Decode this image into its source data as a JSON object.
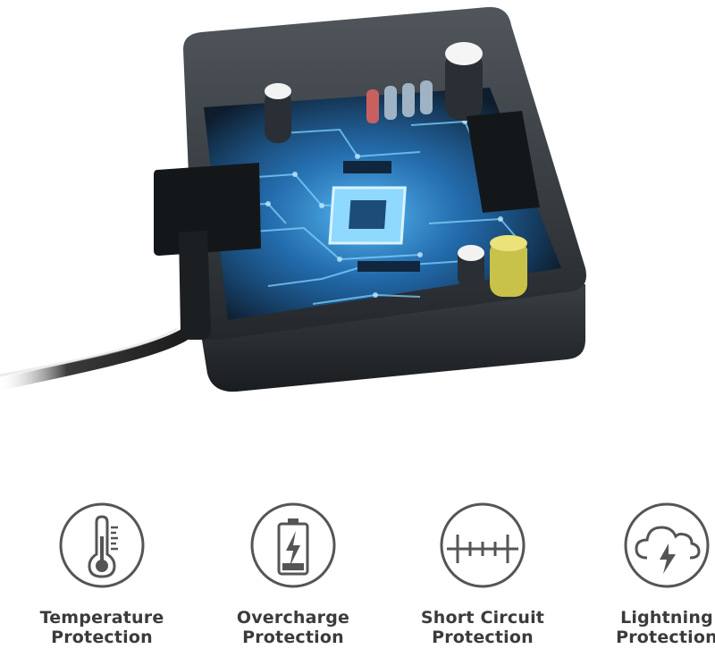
{
  "colors": {
    "icon_stroke": "#555555",
    "label_text": "#3b3b3b",
    "board_glow": "#2aa3ff",
    "case_dark": "#1e2226"
  },
  "features": [
    {
      "icon": "thermometer-icon",
      "line1": "Temperature",
      "line2": "Protection"
    },
    {
      "icon": "battery-bolt-icon",
      "line1": "Overcharge",
      "line2": "Protection"
    },
    {
      "icon": "circuit-icon",
      "line1": "Short Circuit",
      "line2": "Protection"
    },
    {
      "icon": "cloud-lightning-icon",
      "line1": "Lightning",
      "line2": "Protection"
    }
  ]
}
